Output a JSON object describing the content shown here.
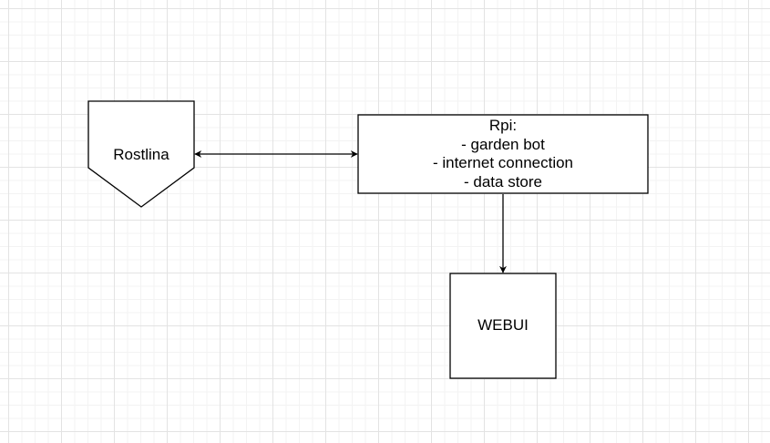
{
  "diagram": {
    "nodes": {
      "rostlina": {
        "label": "Rostlina",
        "shape": "offpage-connector"
      },
      "rpi": {
        "shape": "rectangle",
        "lines": [
          "Rpi:",
          "- garden bot",
          "- internet connection",
          "- data store"
        ]
      },
      "webui": {
        "label": "WEBUI",
        "shape": "rectangle"
      }
    },
    "edges": [
      {
        "from": "rostlina",
        "to": "rpi",
        "direction": "both"
      },
      {
        "from": "rpi",
        "to": "webui",
        "direction": "forward"
      }
    ]
  },
  "colors": {
    "grid": "#e3e3e3",
    "stroke": "#000000",
    "fill": "#ffffff"
  }
}
